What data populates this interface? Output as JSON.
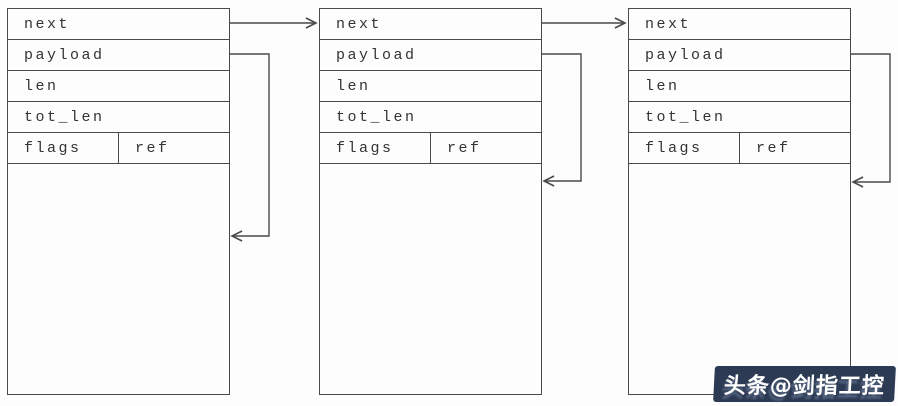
{
  "colors": {
    "line": "#4a4a4a",
    "background": "#fdfdfd",
    "label_text": "#333333",
    "watermark_bg": "#2d3a54",
    "watermark_fg": "#ffffff"
  },
  "nodes": [
    {
      "id": "pbuf-1",
      "fields": {
        "next": "next",
        "payload": "payload",
        "len": "len",
        "tot_len": "tot_len",
        "flags": "flags",
        "ref": "ref"
      }
    },
    {
      "id": "pbuf-2",
      "fields": {
        "next": "next",
        "payload": "payload",
        "len": "len",
        "tot_len": "tot_len",
        "flags": "flags",
        "ref": "ref"
      }
    },
    {
      "id": "pbuf-3",
      "fields": {
        "next": "next",
        "payload": "payload",
        "len": "len",
        "tot_len": "tot_len",
        "flags": "flags",
        "ref": "ref"
      }
    }
  ],
  "edges": [
    {
      "type": "next-pointer",
      "from": "pbuf-1.next",
      "to": "pbuf-2"
    },
    {
      "type": "next-pointer",
      "from": "pbuf-2.next",
      "to": "pbuf-3"
    },
    {
      "type": "payload-pointer",
      "from": "pbuf-1.payload",
      "to": "pbuf-1.data-area"
    },
    {
      "type": "payload-pointer",
      "from": "pbuf-2.payload",
      "to": "pbuf-2.data-area"
    },
    {
      "type": "payload-pointer",
      "from": "pbuf-3.payload",
      "to": "pbuf-3.data-area"
    }
  ],
  "watermark": {
    "text": "头条@剑指工控"
  }
}
